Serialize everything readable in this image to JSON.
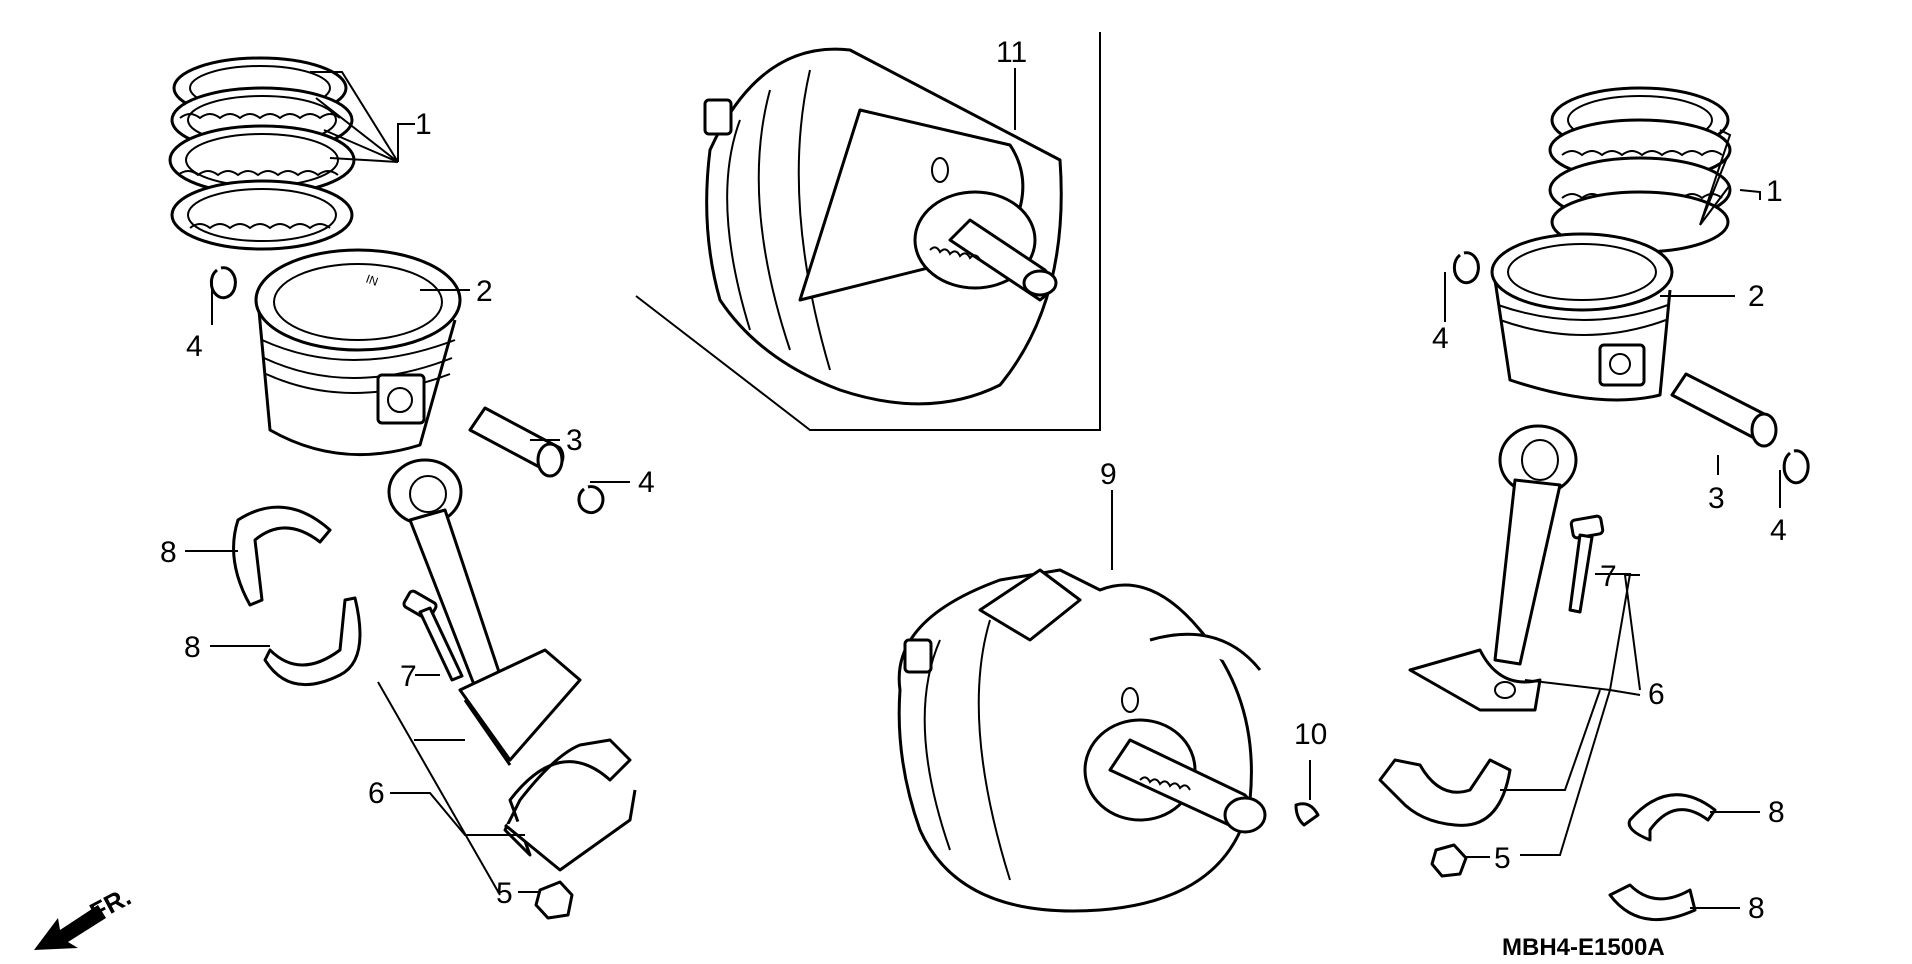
{
  "diagram": {
    "labels": {
      "p1_left": "1",
      "p2_left": "2",
      "p3_left": "3",
      "p4_left_a": "4",
      "p4_left_b": "4",
      "p5_left": "5",
      "p6_left": "6",
      "p7_left": "7",
      "p8_left_a": "8",
      "p8_left_b": "8",
      "p9": "9",
      "p10": "10",
      "p11": "11",
      "p1_right": "1",
      "p2_right": "2",
      "p3_right": "3",
      "p4_right_a": "4",
      "p4_right_b": "4",
      "p5_right": "5",
      "p6_right": "6",
      "p7_right": "7",
      "p8_right_a": "8",
      "p8_right_b": "8"
    },
    "front_marker": "FR.",
    "diagram_code": "MBH4-E1500A",
    "piston_mark": "IN"
  }
}
